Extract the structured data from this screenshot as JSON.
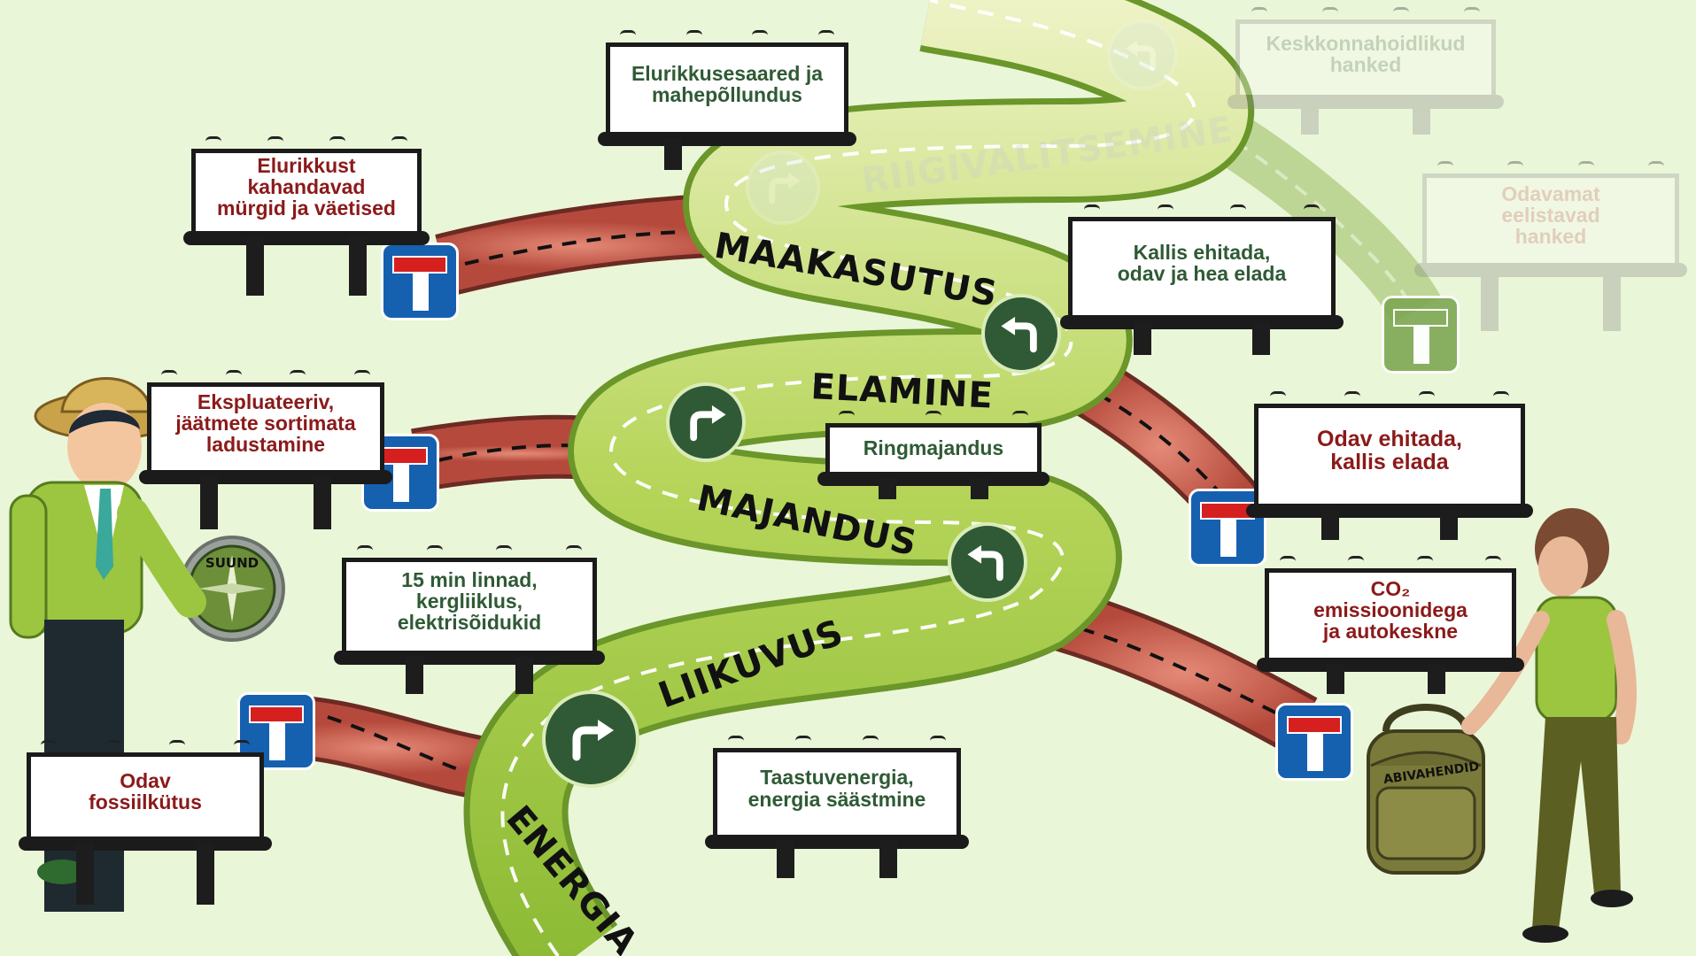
{
  "road": {
    "segments": [
      {
        "label": "ENERGIA"
      },
      {
        "label": "LIIKUVUS"
      },
      {
        "label": "MAJANDUS"
      },
      {
        "label": "ELAMINE"
      },
      {
        "label": "MAAKASUTUS"
      },
      {
        "label": "RIIGIVALITSEMINE"
      }
    ]
  },
  "billboards": {
    "good": [
      {
        "text": "Taastuvenergia,\nenergia säästmine"
      },
      {
        "text": "15 min linnad,\nkergliiklus,\nelektrisõidukid"
      },
      {
        "text": "Ringmajandus"
      },
      {
        "text": "Kallis ehitada,\nodav ja hea elada"
      },
      {
        "text": "Elurikkusesaared  ja\nmahepõllundus"
      },
      {
        "text": "Keskkonnahoidlikud\nhanked"
      }
    ],
    "bad": [
      {
        "text": "Odav\nfossiilkütus"
      },
      {
        "text": "Ekspluateeriv,\njäätmete  sortimata\nladustamine"
      },
      {
        "text": "Elurikkust\nkahandavad\nmürgid ja väetised"
      },
      {
        "text": "Odav ehitada,\nkallis elada"
      },
      {
        "text": "CO₂\nemissioonidega\nja autokeskne"
      },
      {
        "text": "Odavamat\neelistavad\nhanked"
      }
    ]
  },
  "compass": {
    "label": "SUUND"
  },
  "backpack": {
    "label": "ABIVAHENDID"
  },
  "colors": {
    "background": "#eaf6d8",
    "road_main": "#9cc63f",
    "road_dead_end": "#c9604f",
    "turn_sign": "#2f5a35",
    "dead_end_sign": "#1660b0",
    "bad_text": "#8b1a1a",
    "good_text": "#2f5a35"
  },
  "icons": [
    "turn-right-arrow-icon",
    "turn-left-arrow-icon",
    "dead-end-sign-icon",
    "compass-icon",
    "backpack-icon"
  ]
}
